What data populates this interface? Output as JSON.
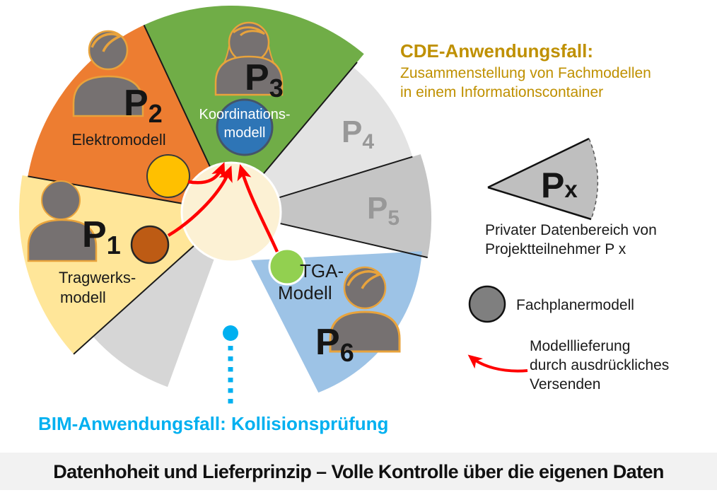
{
  "banner": {
    "text": "Datenhoheit und Lieferprinzip – Volle Kontrolle über die eigenen Daten"
  },
  "bim_note": {
    "text": "BIM-Anwendungsfall: Kollisionsprüfung"
  },
  "cde_note": {
    "heading": "CDE-Anwendungsfall:",
    "line1": "Zusammenstellung von Fachmodellen",
    "line2": "in einem Informationscontainer"
  },
  "pie": {
    "sectors": {
      "p1": {
        "label": "P",
        "sub": "1",
        "model_line1": "Tragwerks-",
        "model_line2": "modell"
      },
      "p2": {
        "label": "P",
        "sub": "2",
        "model_line1": "Elektromodell"
      },
      "p3": {
        "label": "P",
        "sub": "3",
        "model_line1": "Koordinations-",
        "model_line2": "modell"
      },
      "p4": {
        "label": "P",
        "sub": "4"
      },
      "p5": {
        "label": "P",
        "sub": "5"
      },
      "p6": {
        "label": "P",
        "sub": "6",
        "model_line1": "TGA-",
        "model_line2": "Modell"
      }
    }
  },
  "legend": {
    "wedge": {
      "label": "P",
      "sub": "x",
      "caption_line1": "Privater Datenbereich von",
      "caption_line2": "Projektteilnehmer P x"
    },
    "circle": {
      "caption": "Fachplanermodell"
    },
    "arrow": {
      "caption_line1": "Modelllieferung",
      "caption_line2": "durch ausdrückliches",
      "caption_line3": "Versenden"
    }
  },
  "colors": {
    "sector_p1": "#FFE699",
    "sector_p2": "#ED7D31",
    "sector_p3": "#70AD47",
    "sector_p4": "#E3E3E3",
    "sector_p5": "#C5C5C5",
    "sector_p6": "#9DC3E6",
    "sector_unassigned": "#D6D6D6",
    "center_circle": "#FCF1D4",
    "model_elektro": "#FFC000",
    "model_tragwerk": "#BD5B14",
    "model_tga": "#92D050",
    "model_koordination": "#2E75B6",
    "arrow_red": "#FF0000",
    "cyan": "#00B0F0",
    "gold_text": "#BF9000",
    "legend_wedge": "#BFBFBF",
    "legend_circle": "#7F7F7F",
    "person_fill": "#767171",
    "person_outline": "#E8A33C",
    "banner_bg": "#F2F2F2"
  }
}
